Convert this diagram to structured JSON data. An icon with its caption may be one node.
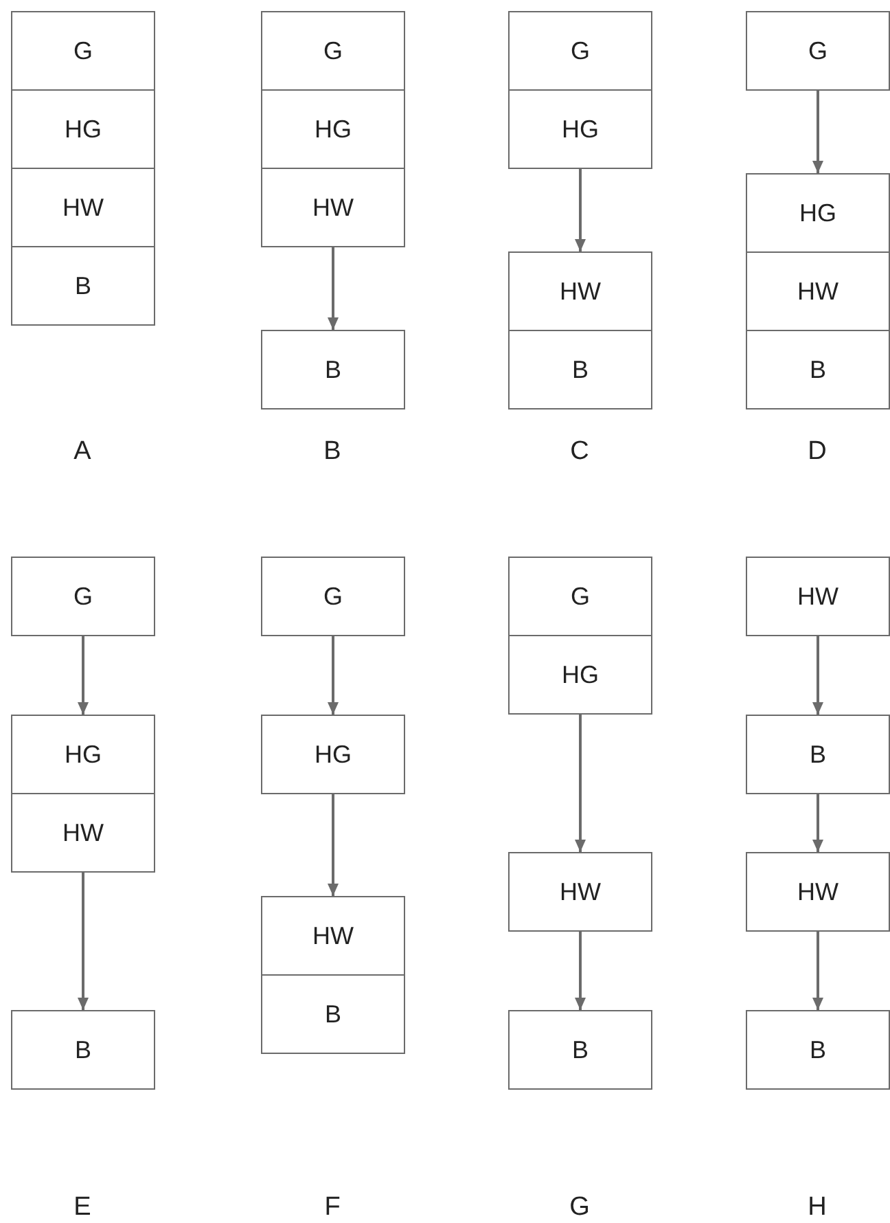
{
  "diagram": {
    "nodes": [
      {
        "text": [
          "G"
        ]
      },
      {
        "text": [
          "HG"
        ]
      },
      {
        "text": [
          "HW"
        ]
      },
      {
        "text": [
          "B"
        ]
      },
      {
        "text": [
          "G"
        ]
      },
      {
        "text": [
          "HG"
        ]
      },
      {
        "text": [
          "HW"
        ]
      },
      {
        "text": [
          "B"
        ]
      },
      {
        "text": [
          "G"
        ]
      },
      {
        "text": [
          "HG"
        ]
      },
      {
        "text": [
          "HW"
        ]
      },
      {
        "text": [
          "B"
        ]
      },
      {
        "text": [
          "G"
        ]
      },
      {
        "text": [
          "HG"
        ]
      },
      {
        "text": [
          "HW"
        ]
      },
      {
        "text": [
          "B"
        ]
      },
      {
        "text": [
          "G"
        ]
      },
      {
        "text": [
          "HG"
        ]
      },
      {
        "text": [
          "HW"
        ]
      },
      {
        "text": [
          "B"
        ]
      },
      {
        "text": [
          "G"
        ]
      },
      {
        "text": [
          "HG"
        ]
      },
      {
        "text": [
          "HW"
        ]
      },
      {
        "text": [
          "B"
        ]
      },
      {
        "text": [
          "G"
        ]
      },
      {
        "text": [
          "HG"
        ]
      },
      {
        "text": [
          "HW"
        ]
      },
      {
        "text": [
          "B"
        ]
      },
      {
        "text": [
          "HW"
        ]
      },
      {
        "text": [
          "B"
        ]
      },
      {
        "text": [
          "HW"
        ]
      },
      {
        "text": [
          "B"
        ]
      }
    ],
    "edges": [
      {
        "from": 6,
        "to": 7,
        "arrow": "to"
      },
      {
        "from": 9,
        "to": 10,
        "arrow": "to"
      },
      {
        "from": 12,
        "to": 13,
        "arrow": "to"
      },
      {
        "from": 16,
        "to": 17,
        "arrow": "to"
      },
      {
        "from": 18,
        "to": 19,
        "arrow": "to"
      },
      {
        "from": 20,
        "to": 21,
        "arrow": "to"
      },
      {
        "from": 21,
        "to": 22,
        "arrow": "to"
      },
      {
        "from": 25,
        "to": 26,
        "arrow": "to"
      },
      {
        "from": 26,
        "to": 27,
        "arrow": "to"
      },
      {
        "from": 28,
        "to": 29,
        "arrow": "to"
      },
      {
        "from": 29,
        "to": 30,
        "arrow": "to"
      },
      {
        "from": 30,
        "to": 31,
        "arrow": "to"
      }
    ],
    "labels": [
      "A",
      "B",
      "C",
      "D",
      "E",
      "F",
      "G",
      "H"
    ]
  }
}
